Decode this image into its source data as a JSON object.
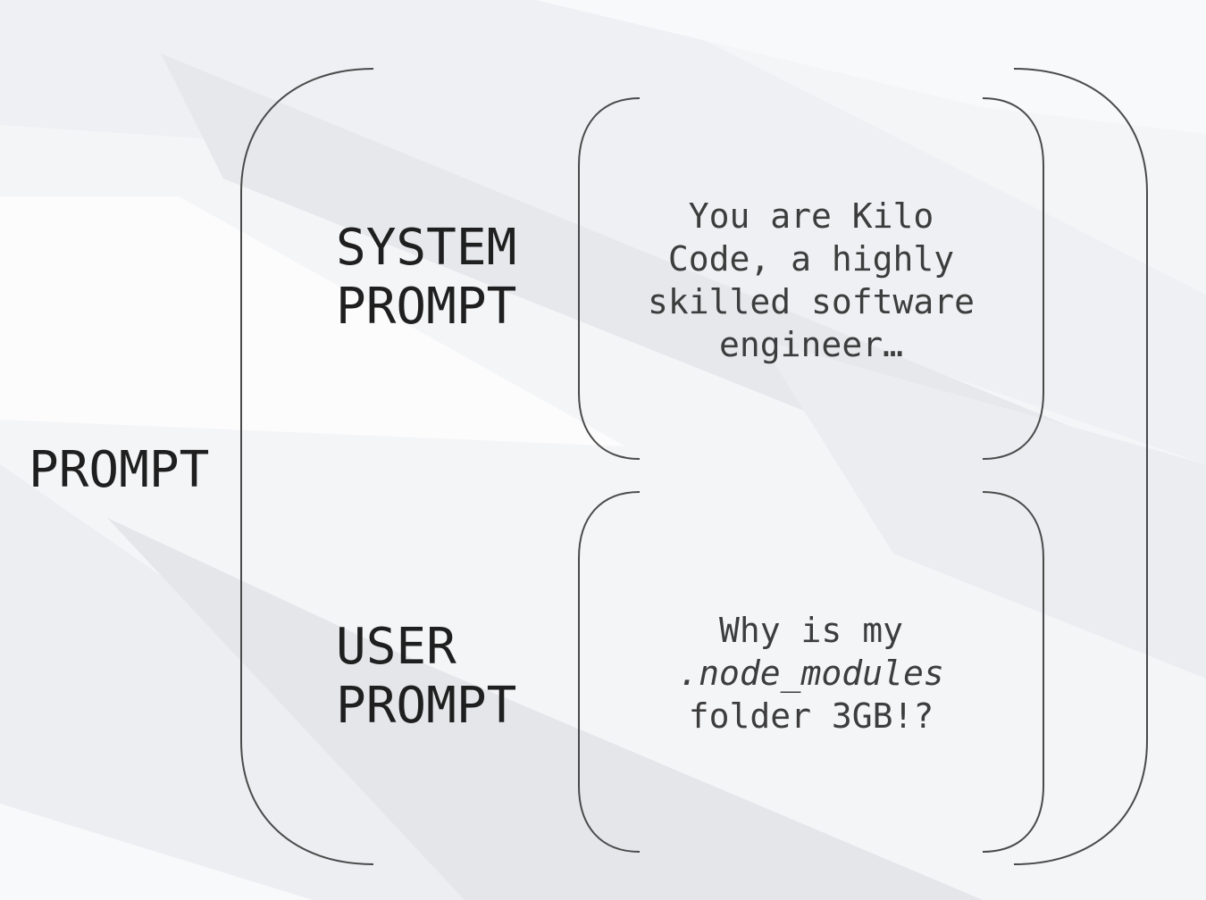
{
  "colors": {
    "background": "#f3f4f6",
    "bracket_stroke": "#4a4a4a",
    "label_text": "#1f1f1f",
    "content_text": "#3d3d3d"
  },
  "outer": {
    "label": "PROMPT"
  },
  "system": {
    "label_line1": "SYSTEM",
    "label_line2": "PROMPT",
    "content": [
      "You are Kilo",
      "Code, a highly",
      "skilled software",
      "engineer…"
    ]
  },
  "user": {
    "label_line1": "USER",
    "label_line2": "PROMPT",
    "content_line1": "Why is my",
    "content_line2": ".node_modules",
    "content_line3": "folder 3GB!?"
  }
}
